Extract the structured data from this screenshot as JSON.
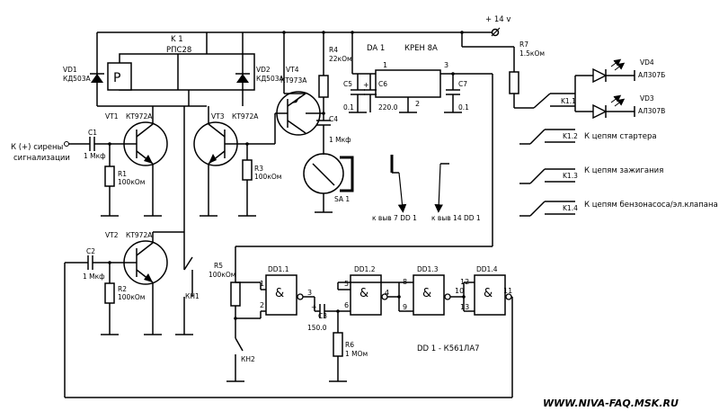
{
  "supply": {
    "label": "+ 14 v"
  },
  "relay": {
    "ref": "K 1",
    "type": "РПС28",
    "letter": "P"
  },
  "diodes": [
    {
      "ref": "VD1",
      "type": "КД503А"
    },
    {
      "ref": "VD2",
      "type": "КД503А"
    }
  ],
  "transistors": [
    {
      "ref": "VT1",
      "type": "КТ972А"
    },
    {
      "ref": "VT2",
      "type": "КТ972А"
    },
    {
      "ref": "VT3",
      "type": "КТ972А"
    },
    {
      "ref": "VT4",
      "type": "КТ973А"
    }
  ],
  "resistors": [
    {
      "ref": "R1",
      "value": "100кОм"
    },
    {
      "ref": "R2",
      "value": "100кОм"
    },
    {
      "ref": "R3",
      "value": "100кОм"
    },
    {
      "ref": "R4",
      "value": "22кОм"
    },
    {
      "ref": "R5",
      "value": "100кОм"
    },
    {
      "ref": "R6",
      "value": "1 МОм"
    },
    {
      "ref": "R7",
      "value": "1.5кОм"
    }
  ],
  "capacitors": [
    {
      "ref": "C1",
      "value": "1 Мкф"
    },
    {
      "ref": "C2",
      "value": "1 Мкф"
    },
    {
      "ref": "C3",
      "value": "150.0"
    },
    {
      "ref": "C4",
      "value": "1 Мкф"
    },
    {
      "ref": "C5",
      "value": "0.1"
    },
    {
      "ref": "C6",
      "value": "220.0"
    },
    {
      "ref": "C7",
      "value": "0.1"
    }
  ],
  "regulator": {
    "ref": "DA 1",
    "type": "КРЕН 8А",
    "pin_in": "1",
    "pin_gnd": "2",
    "pin_out": "3"
  },
  "leds": [
    {
      "ref": "VD4",
      "type": "АЛ307Б"
    },
    {
      "ref": "VD3",
      "type": "АЛ307В"
    }
  ],
  "contacts": [
    {
      "ref": "K1.1",
      "label": ""
    },
    {
      "ref": "K1.2",
      "label": "К цепям стартера"
    },
    {
      "ref": "K1.3",
      "label": "К цепям зажигания"
    },
    {
      "ref": "K1.4",
      "label": "К цепям бензонасоса/эл.клапана"
    }
  ],
  "buttons": [
    {
      "ref": "КН1"
    },
    {
      "ref": "КН2"
    }
  ],
  "sensor": {
    "ref": "SA 1"
  },
  "input_label": {
    "line1": "К (+) сирены",
    "line2": "сигнализации"
  },
  "chip_pins": {
    "pin7": "к выв 7 DD 1",
    "pin14": "к выв 14 DD 1"
  },
  "gates": [
    {
      "ref": "DD1.1",
      "in1": "1",
      "in2": "2",
      "out": "3"
    },
    {
      "ref": "DD1.2",
      "in1": "5",
      "in2": "6",
      "out": "4"
    },
    {
      "ref": "DD1.3",
      "in1": "8",
      "in2": "9",
      "out": "10"
    },
    {
      "ref": "DD1.4",
      "in1": "12",
      "in2": "13",
      "out": "11"
    }
  ],
  "chip_note": "DD 1 - К561ЛА7",
  "footer": "WWW.NIVA-FAQ.MSK.RU"
}
